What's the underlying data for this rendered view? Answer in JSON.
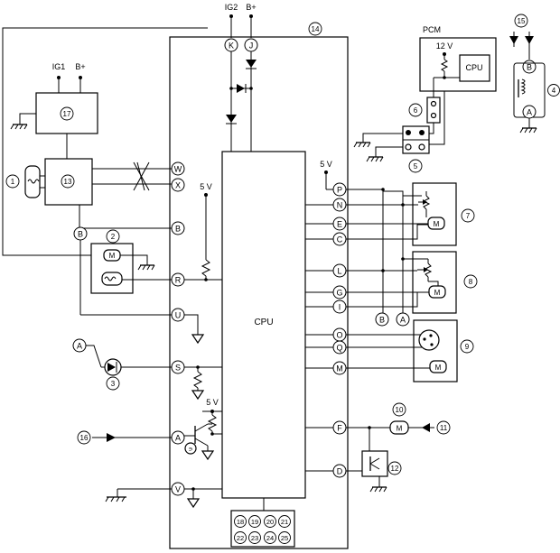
{
  "supply": {
    "ig1": "IG1",
    "ig2": "IG2",
    "bplus": "B+",
    "v5": "5 V",
    "v12": "12 V"
  },
  "blocks": {
    "cpu_main": "CPU",
    "cpu_pcm": "CPU",
    "pcm": "PCM"
  },
  "pins": {
    "K": "K",
    "J": "J",
    "W": "W",
    "X": "X",
    "B": "B",
    "R": "R",
    "U": "U",
    "S": "S",
    "A": "A",
    "V": "V",
    "P": "P",
    "N": "N",
    "E": "E",
    "C": "C",
    "L": "L",
    "G": "G",
    "I": "I",
    "O": "O",
    "Q": "Q",
    "M": "M",
    "F": "F",
    "D": "D"
  },
  "cross_refs": {
    "A": "A",
    "B": "B"
  },
  "numbers": [
    "1",
    "2",
    "3",
    "4",
    "5",
    "6",
    "7",
    "8",
    "9",
    "10",
    "11",
    "12",
    "13",
    "14",
    "15",
    "16",
    "17",
    "18",
    "19",
    "20",
    "21",
    "22",
    "23",
    "24",
    "25"
  ]
}
